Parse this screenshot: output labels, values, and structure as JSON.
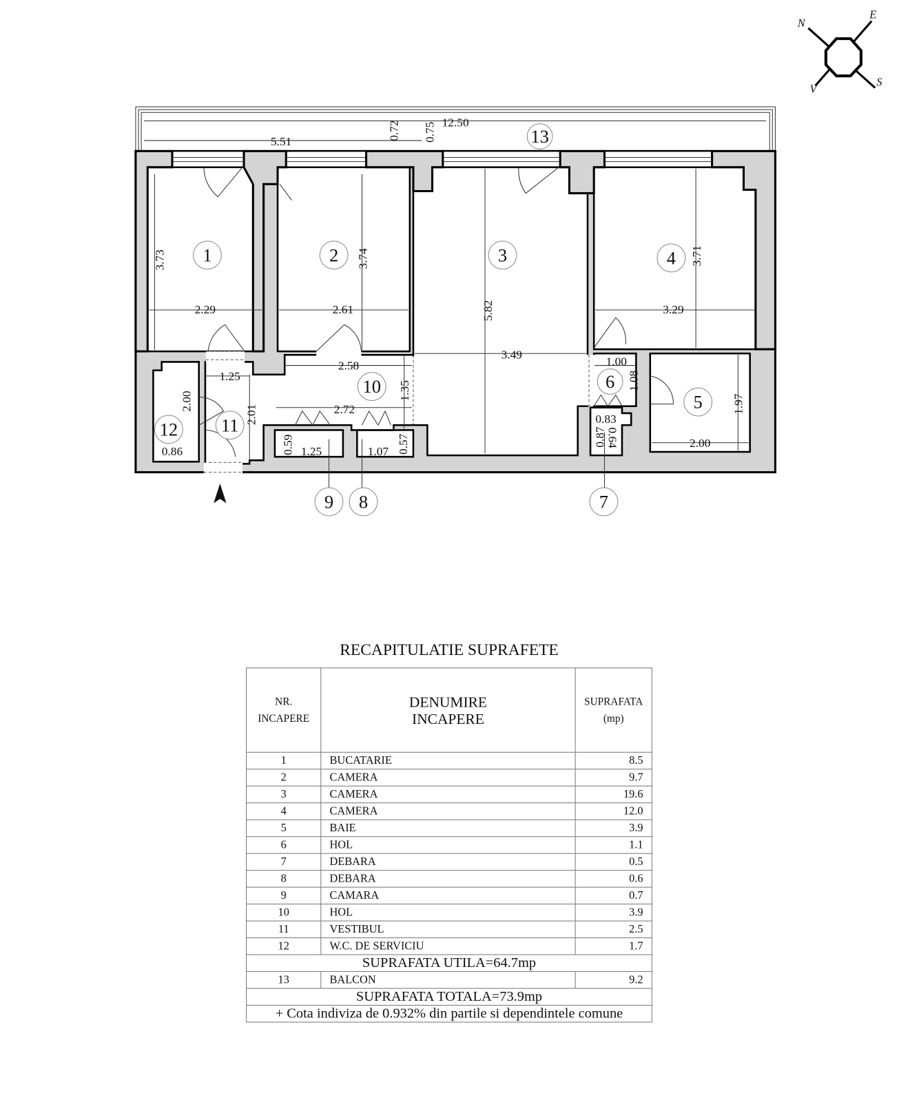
{
  "compass": {
    "north": "N",
    "east": "E",
    "south": "S",
    "west": "V"
  },
  "plan": {
    "room_numbers": [
      "1",
      "2",
      "3",
      "4",
      "5",
      "6",
      "7",
      "8",
      "9",
      "10",
      "11",
      "12",
      "13"
    ],
    "dimensions": [
      "12.50",
      "5.51",
      "0.72",
      "0.75",
      "3.73",
      "3.74",
      "5.82",
      "3.71",
      "2.29",
      "2.61",
      "3.29",
      "3.49",
      "2.58",
      "1.25",
      "1.00",
      "1.08",
      "1.35",
      "2.00",
      "2.01",
      "2.72",
      "1.97",
      "0.83",
      "0.87",
      "0.64",
      "0.59",
      "1.25",
      "1.07",
      "0.57",
      "0.86",
      "2.00"
    ]
  },
  "table": {
    "title": "RECAPITULATIE SUPRAFETE",
    "headers": {
      "nr_line1": "NR.",
      "nr_line2": "INCAPERE",
      "name_line1": "DENUMIRE",
      "name_line2": "INCAPERE",
      "area_line1": "SUPRAFATA",
      "area_line2": "(mp)"
    },
    "rows": [
      {
        "nr": "1",
        "name": "BUCATARIE",
        "area": "8.5"
      },
      {
        "nr": "2",
        "name": "CAMERA",
        "area": "9.7"
      },
      {
        "nr": "3",
        "name": "CAMERA",
        "area": "19.6"
      },
      {
        "nr": "4",
        "name": "CAMERA",
        "area": "12.0"
      },
      {
        "nr": "5",
        "name": "BAIE",
        "area": "3.9"
      },
      {
        "nr": "6",
        "name": "HOL",
        "area": "1.1"
      },
      {
        "nr": "7",
        "name": "DEBARA",
        "area": "0.5"
      },
      {
        "nr": "8",
        "name": "DEBARA",
        "area": "0.6"
      },
      {
        "nr": "9",
        "name": "CAMARA",
        "area": "0.7"
      },
      {
        "nr": "10",
        "name": "HOL",
        "area": "3.9"
      },
      {
        "nr": "11",
        "name": "VESTIBUL",
        "area": "2.5"
      },
      {
        "nr": "12",
        "name": "W.C. DE SERVICIU",
        "area": "1.7"
      }
    ],
    "utila": "SUPRAFATA UTILA=64.7mp",
    "balcon": {
      "nr": "13",
      "name": "BALCON",
      "area": "9.2"
    },
    "totala": "SUPRAFATA TOTALA=73.9mp",
    "cota": "+ Cota indiviza de 0.932% din partile si dependintele comune"
  }
}
